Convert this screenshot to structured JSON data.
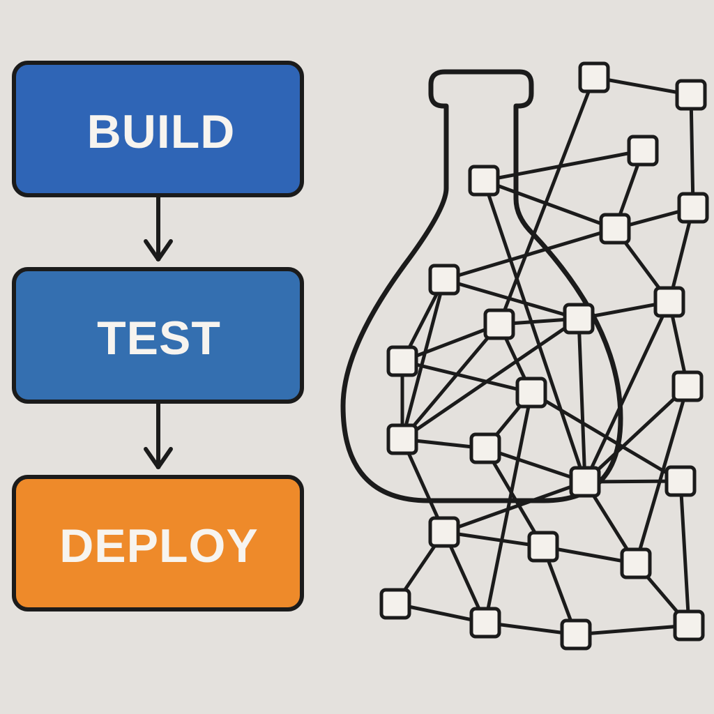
{
  "pipeline": {
    "stages": [
      {
        "label": "BUILD",
        "color": "#2f65b6"
      },
      {
        "label": "TEST",
        "color": "#346fb0"
      },
      {
        "label": "DEPLOY",
        "color": "#ee8a2a"
      }
    ]
  },
  "colors": {
    "background": "#e4e1dd",
    "outline": "#1b1b1b",
    "node_fill": "#f4f1ec"
  },
  "graph": {
    "icon": "flask-icon",
    "node_icon": "square-node-icon"
  }
}
